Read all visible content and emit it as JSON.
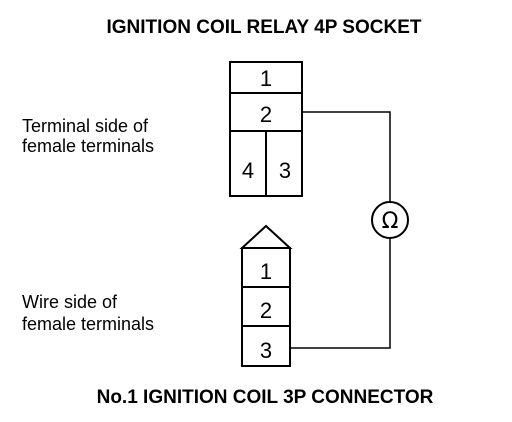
{
  "top_title": "IGNITION COIL RELAY 4P SOCKET",
  "bottom_title": "No.1 IGNITION COIL 3P CONNECTOR",
  "socket": {
    "label_line1": "Terminal side of",
    "label_line2": "female terminals",
    "terminals": [
      "1",
      "2",
      "4",
      "3"
    ]
  },
  "connector": {
    "label_line1": "Wire side of",
    "label_line2": "female terminals",
    "terminals": [
      "1",
      "2",
      "3"
    ]
  },
  "meter_symbol": "Ω"
}
